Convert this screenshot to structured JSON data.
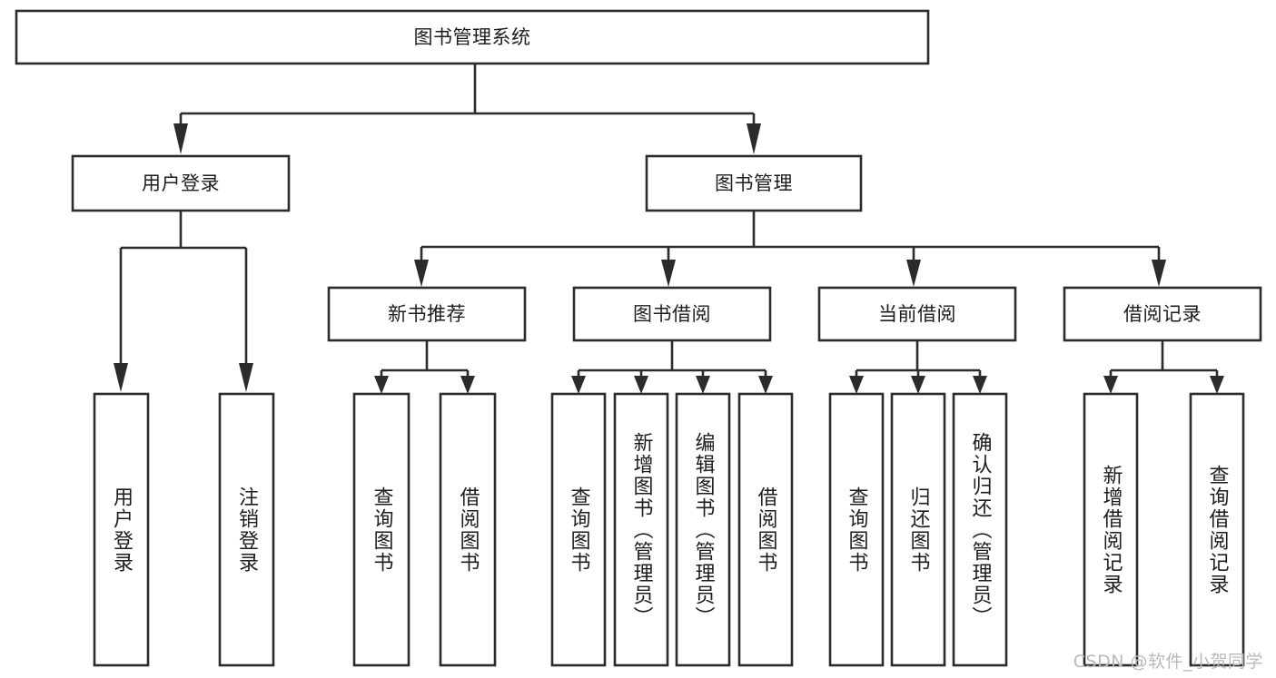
{
  "diagram": {
    "type": "tree",
    "title_node": {
      "label": "图书管理系统"
    },
    "level2": [
      {
        "label": "用户登录"
      },
      {
        "label": "图书管理"
      }
    ],
    "level3": [
      {
        "label": "新书推荐"
      },
      {
        "label": "图书借阅"
      },
      {
        "label": "当前借阅"
      },
      {
        "label": "借阅记录"
      }
    ],
    "leaves": {
      "user_login": [
        {
          "label": "用户登录"
        },
        {
          "label": "注销登录"
        }
      ],
      "new_book_recommend": [
        {
          "label": "查询图书"
        },
        {
          "label": "借阅图书"
        }
      ],
      "book_borrow": [
        {
          "label": "查询图书"
        },
        {
          "label": "新增图书（管理员）"
        },
        {
          "label": "编辑图书（管理员）"
        },
        {
          "label": "借阅图书"
        }
      ],
      "current_borrow": [
        {
          "label": "查询图书"
        },
        {
          "label": "归还图书"
        },
        {
          "label": "确认归还（管理员）"
        }
      ],
      "borrow_record": [
        {
          "label": "新增借阅记录"
        },
        {
          "label": "查询借阅记录"
        }
      ]
    }
  },
  "watermark": {
    "text": "CSDN @软件_小贺同学"
  },
  "colors": {
    "stroke": "#2b2b2b",
    "box_fill": "#ffffff",
    "text": "#1d1d1d",
    "watermark": "#b9b9b9",
    "background": "#ffffff"
  }
}
